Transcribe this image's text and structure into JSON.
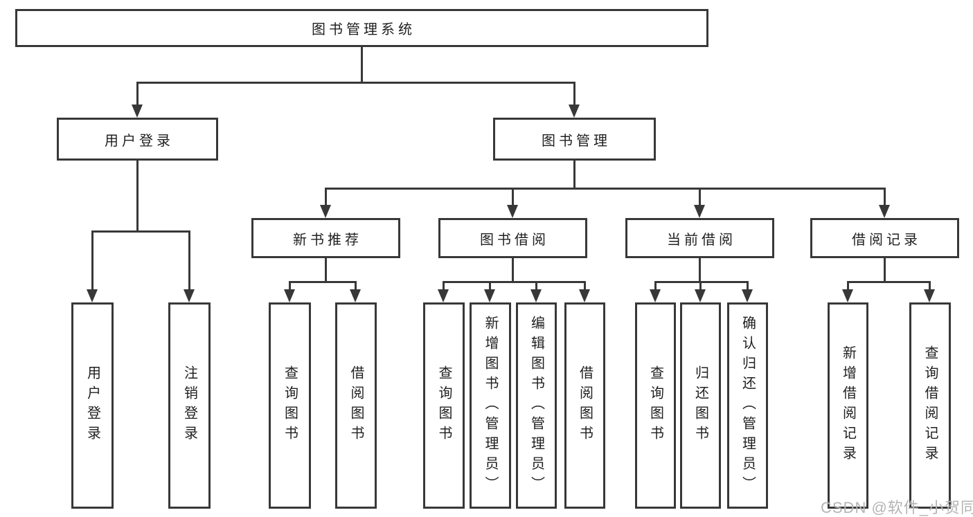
{
  "diagram_type": "hierarchy-tree",
  "tree": {
    "label": "图书管理系统",
    "children": [
      {
        "label": "用户登录",
        "children": [
          {
            "label": "用户登录"
          },
          {
            "label": "注销登录"
          }
        ]
      },
      {
        "label": "图书管理",
        "children": [
          {
            "label": "新书推荐",
            "children": [
              {
                "label": "查询图书"
              },
              {
                "label": "借阅图书"
              }
            ]
          },
          {
            "label": "图书借阅",
            "children": [
              {
                "label": "查询图书"
              },
              {
                "label": "新增图书（管理员）"
              },
              {
                "label": "编辑图书（管理员）"
              },
              {
                "label": "借阅图书"
              }
            ]
          },
          {
            "label": "当前借阅",
            "children": [
              {
                "label": "查询图书"
              },
              {
                "label": "归还图书"
              },
              {
                "label": "确认归还（管理员）"
              }
            ]
          },
          {
            "label": "借阅记录",
            "children": [
              {
                "label": "新增借阅记录"
              },
              {
                "label": "查询借阅记录"
              }
            ]
          }
        ]
      }
    ]
  },
  "watermark": {
    "text": "CSDN @软件_小贺同学"
  },
  "colors": {
    "line": "#383838",
    "text": "#1f1f1f",
    "watermark": "#b4b4b4",
    "background": "#ffffff"
  }
}
